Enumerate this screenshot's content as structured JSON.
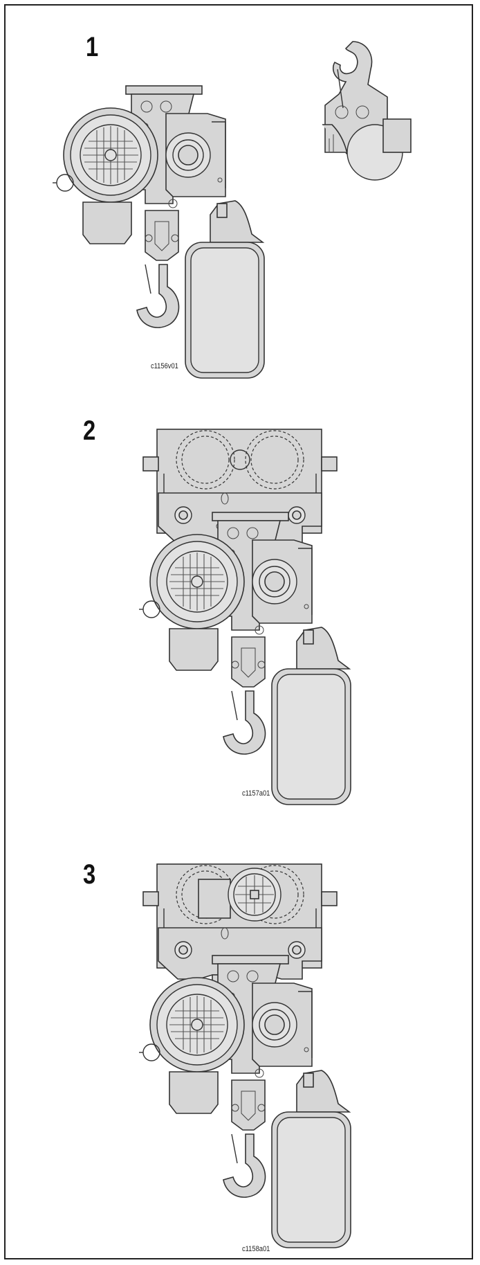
{
  "figures": [
    {
      "number": "1",
      "code": "c1156v01",
      "description_name": "hoist-side-view"
    },
    {
      "number": "2",
      "code": "c1157a01",
      "description_name": "hoist-with-trolley"
    },
    {
      "number": "3",
      "code": "c1158a01",
      "description_name": "hoist-with-motorized-trolley"
    }
  ],
  "colors": {
    "body": "#d6d6d6",
    "outline": "#333333",
    "border": "#222222"
  }
}
